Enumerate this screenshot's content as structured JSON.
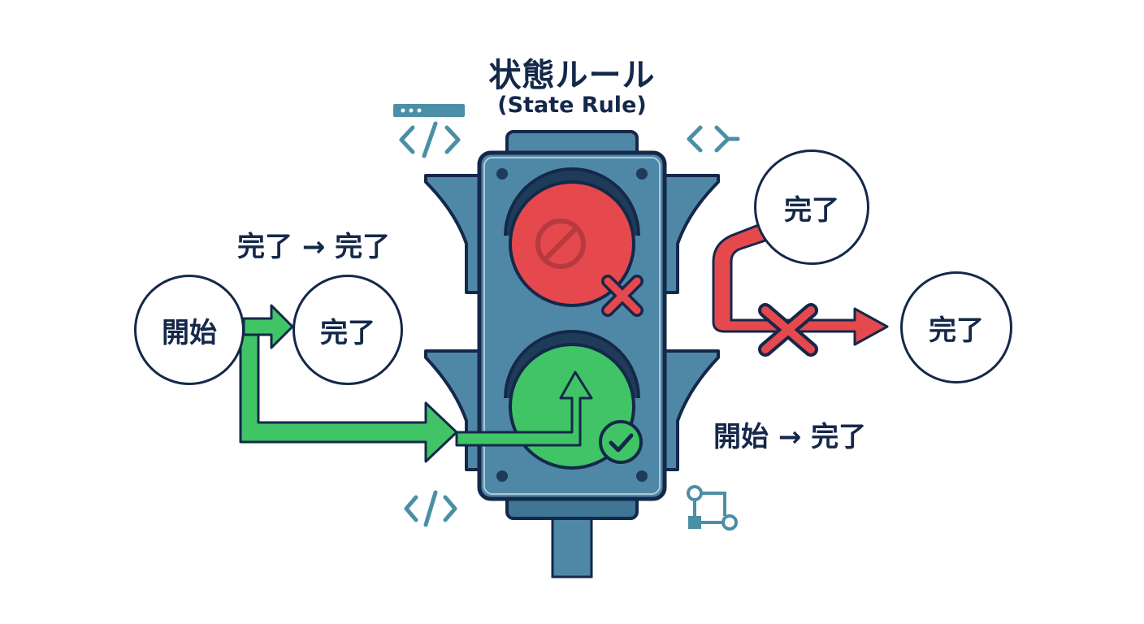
{
  "title": {
    "jp": "状態ルール",
    "en": "(State Rule)"
  },
  "labels": {
    "left_rule": "完了 → 完了",
    "right_rule": "開始 → 完了"
  },
  "nodes": {
    "start": "開始",
    "done_left": "完了",
    "done_top_right": "完了",
    "done_right": "完了"
  },
  "colors": {
    "outline": "#14284a",
    "body": "#4f88a6",
    "stop": "#e5484d",
    "go": "#40c466",
    "accent": "#4b8fa6"
  },
  "icons": {
    "red_light": "prohibited-icon",
    "red_mark": "x-mark-icon",
    "green_light": "up-arrow-icon",
    "green_mark": "check-circle-icon",
    "decor": [
      "code-icon",
      "chevron-icon",
      "flow-icon",
      "window-bar-icon"
    ]
  }
}
